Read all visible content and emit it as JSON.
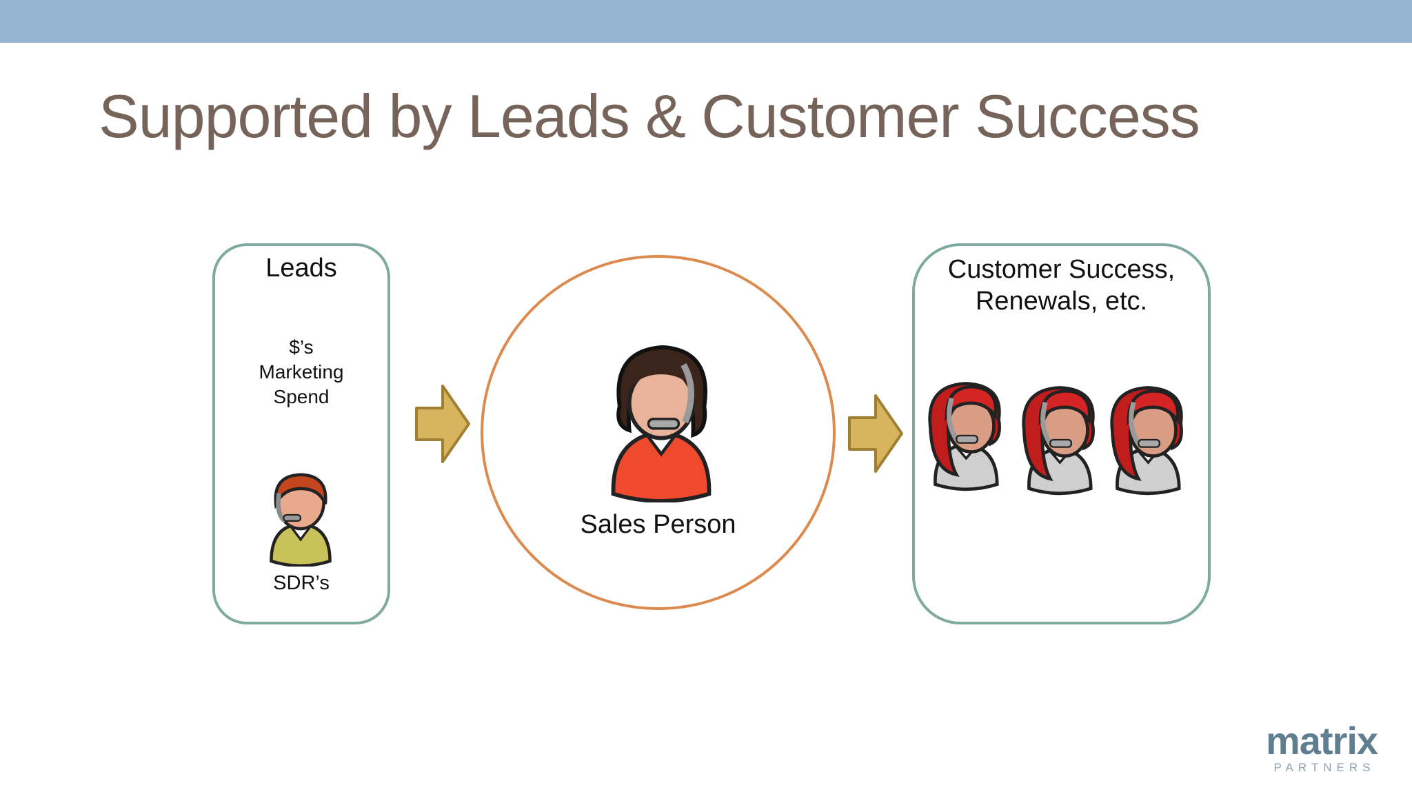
{
  "slide": {
    "title": "Supported by Leads & Customer Success"
  },
  "leads": {
    "title": "Leads",
    "note_lines": [
      "$’s",
      "Marketing",
      "Spend"
    ],
    "person_label": "SDR’s"
  },
  "center": {
    "person_label": "Sales Person"
  },
  "customer_success": {
    "title_lines": [
      "Customer Success,",
      "Renewals, etc."
    ]
  },
  "logo": {
    "word": "matrix",
    "sub": "PARTNERS"
  },
  "colors": {
    "top_band": "#95b4cf",
    "title": "#76645a",
    "panel_border": "#7faa9f",
    "circle_border": "#dc8a4e",
    "arrow_fill": "#d9b45f",
    "arrow_stroke": "#9e7f34"
  },
  "icons": {
    "sdr": "headset-person-icon-yellow",
    "sales": "headset-person-icon-orange",
    "customer_success": "headset-person-icon-red"
  }
}
